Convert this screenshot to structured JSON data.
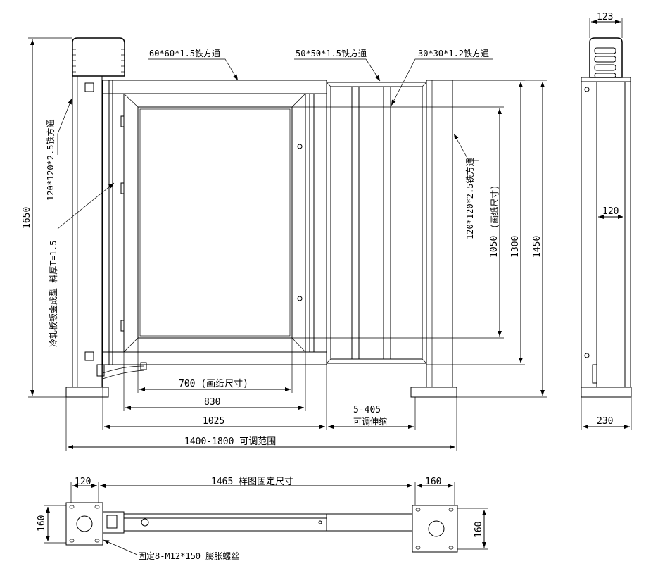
{
  "labels": {
    "tube_60": "60*60*1.5铁方通",
    "tube_50": "50*50*1.5铁方通",
    "tube_30": "30*30*1.2铁方通",
    "post_left": "120*120*2.5铁方通",
    "post_right": "120*120*2.5铁方通",
    "drawing_size_right": "(画纸尺寸)",
    "sheet_metal": "冷轧板钣金成型  料厚T=1.5",
    "anchor_bolts": "固定8-M12*150 膨胀螺丝"
  },
  "dims": {
    "d1650": "1650",
    "d1050": "1050",
    "d1300": "1300",
    "d1450": "1450",
    "d123": "123",
    "d120_side": "120",
    "d230": "230",
    "d700": "700 (画纸尺寸)",
    "d830": "830",
    "d1025": "1025",
    "d5_405": "5-405",
    "adjustable_stretch": "可调伸缩",
    "d1400_1800": "1400-1800 可调范围",
    "d120_plan": "120",
    "d1465": "1465  样图固定尺寸",
    "d160_top": "160",
    "d160_left": "160",
    "d160_right": "160"
  }
}
